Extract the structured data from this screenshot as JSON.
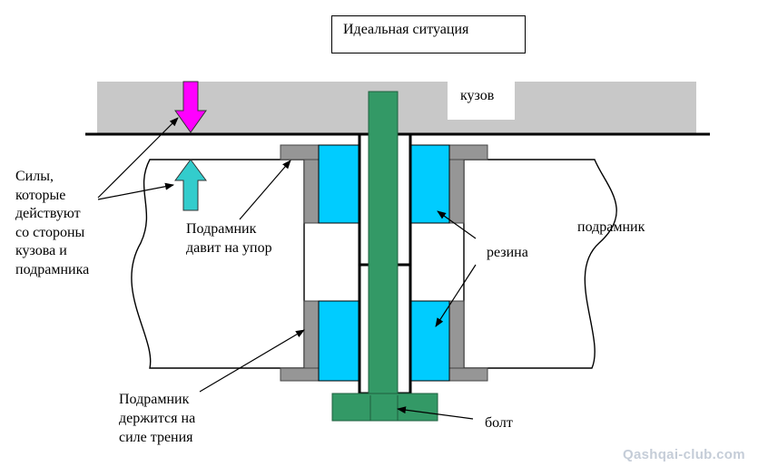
{
  "title": "Идеальная ситуация",
  "labels": {
    "body": "кузов",
    "subframe_right": "подрамник",
    "rubber": "резина",
    "bolt": "болт",
    "forces": [
      "Силы,",
      "которые",
      "действуют",
      "со стороны",
      "кузова и",
      "подрамника"
    ],
    "presses": [
      "Подрамник",
      "давит на упор"
    ],
    "friction": [
      "Подрамник",
      "держится на",
      "силе трения"
    ]
  },
  "watermark": "Qashqai-club.com",
  "colors": {
    "body": "#c8c8c8",
    "rubber": "#00ccff",
    "bolt": "#339966",
    "gray_part": "#969696",
    "arrow_down": "#ff00ff",
    "arrow_up": "#33cccc"
  }
}
